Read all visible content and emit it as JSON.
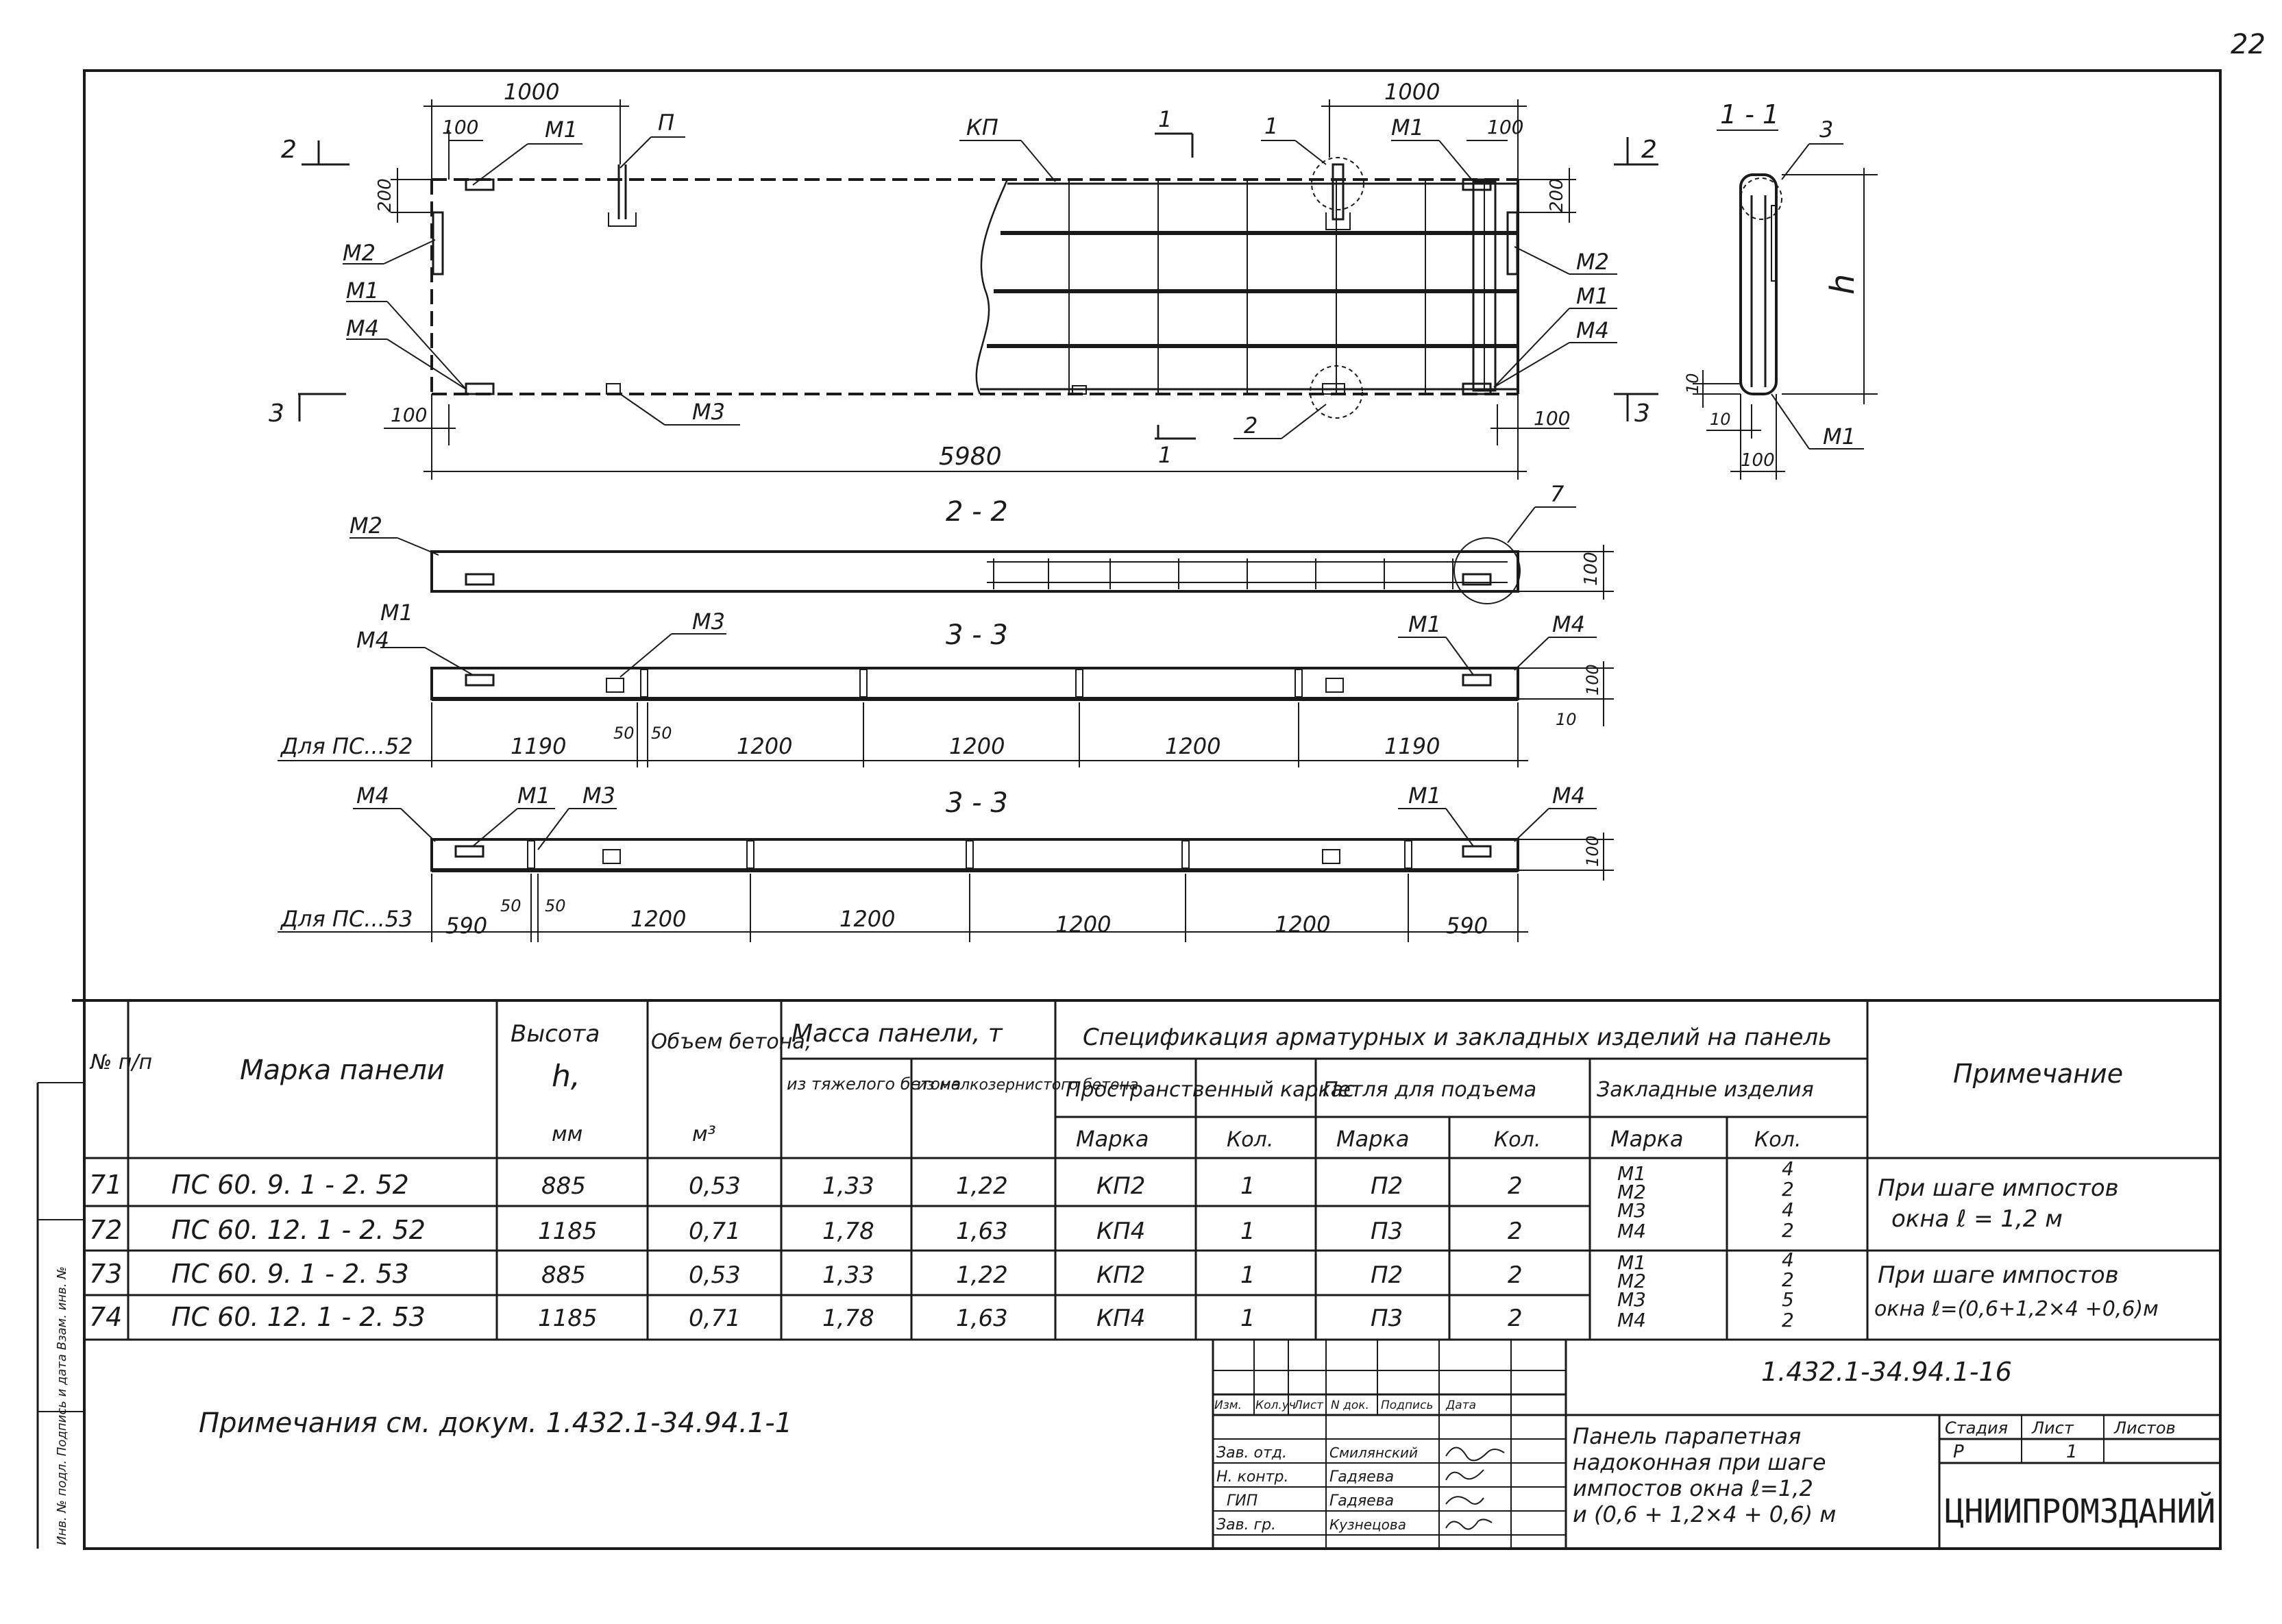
{
  "sheet_number": "22",
  "views": {
    "plan": {
      "dims": {
        "left_width": "1000",
        "left_inset": "100",
        "right_width": "1000",
        "right_inset": "100",
        "top_200_left": "200",
        "top_200_right": "200",
        "bottom_100_left": "100",
        "bottom_100_right": "100",
        "overall_length": "5980"
      },
      "labels": {
        "m1_tl": "М1",
        "p": "П",
        "kp": "КП",
        "m2_l": "М2",
        "m1_l": "М1",
        "m4_l": "М4",
        "m3": "М3",
        "m1_tr": "М1",
        "m2_r": "М2",
        "m1_r": "М1",
        "m4_r": "М4",
        "sec2_l": "2",
        "sec2_r": "2",
        "sec3_l": "3",
        "sec3_r": "3",
        "sec1_t": "1",
        "sec1_b": "1",
        "callout1": "1",
        "callout2": "2"
      }
    },
    "section_1_1": {
      "title": "1 - 1",
      "callout": "3",
      "height_label": "h",
      "dim_10a": "10",
      "dim_10b": "10",
      "dim_100": "100",
      "m1": "М1"
    },
    "section_2_2": {
      "title": "2 - 2",
      "m2": "М2",
      "callout": "7",
      "dim_100": "100"
    },
    "section_3_3_ps52": {
      "title": "3 - 3",
      "m1_l": "М1",
      "m4_l": "М4",
      "m3": "М3",
      "m1_r": "М1",
      "m4_r": "М4",
      "for_label": "Для ПС...52",
      "spans": [
        "1190",
        "50",
        "50",
        "1200",
        "1200",
        "1200",
        "1190"
      ],
      "dim_100": "100",
      "dim_10": "10"
    },
    "section_3_3_ps53": {
      "title": "3 - 3",
      "m4_l": "М4",
      "m1_l": "М1",
      "m3": "М3",
      "m1_r": "М1",
      "m4_r": "М4",
      "for_label": "Для ПС...53",
      "spans": [
        "590",
        "50",
        "50",
        "1200",
        "1200",
        "1200",
        "1200",
        "590"
      ],
      "dim_100": "100"
    }
  },
  "table": {
    "headers": {
      "num": "№ п/п",
      "mark": "Марка панели",
      "height": "Высота",
      "height_sym": "h,",
      "height_unit": "мм",
      "volume": "Объем бетона,",
      "volume_unit": "м³",
      "mass": "Масса панели, т",
      "mass_heavy": "из тяжелого бетона",
      "mass_fine": "из мелкозернистого бетона",
      "spec": "Спецификация арматурных и закладных изделий на панель",
      "frame": "Пространственный каркас",
      "loop": "Петля для подъема",
      "embed": "Закладные изделия",
      "sub_mark": "Марка",
      "sub_qty": "Кол.",
      "note": "Примечание"
    },
    "rows": [
      {
        "n": "71",
        "mark": "ПС 60. 9. 1 - 2. 52",
        "h": "885",
        "vol": "0,53",
        "m_heavy": "1,33",
        "m_fine": "1,22",
        "frame": "КП2",
        "frame_qty": "1",
        "loop": "П2",
        "loop_qty": "2"
      },
      {
        "n": "72",
        "mark": "ПС 60. 12. 1 - 2. 52",
        "h": "1185",
        "vol": "0,71",
        "m_heavy": "1,78",
        "m_fine": "1,63",
        "frame": "КП4",
        "frame_qty": "1",
        "loop": "П3",
        "loop_qty": "2"
      },
      {
        "n": "73",
        "mark": "ПС 60. 9. 1 - 2. 53",
        "h": "885",
        "vol": "0,53",
        "m_heavy": "1,33",
        "m_fine": "1,22",
        "frame": "КП2",
        "frame_qty": "1",
        "loop": "П2",
        "loop_qty": "2"
      },
      {
        "n": "74",
        "mark": "ПС 60. 12. 1 - 2. 53",
        "h": "1185",
        "vol": "0,71",
        "m_heavy": "1,78",
        "m_fine": "1,63",
        "frame": "КП4",
        "frame_qty": "1",
        "loop": "П3",
        "loop_qty": "2"
      }
    ],
    "embed_groups": [
      {
        "marks": [
          "М1",
          "М2",
          "М3",
          "М4"
        ],
        "qty": [
          "4",
          "2",
          "4",
          "2"
        ],
        "note1": "При шаге импостов",
        "note2": "окна ℓ = 1,2 м"
      },
      {
        "marks": [
          "М1",
          "М2",
          "М3",
          "М4"
        ],
        "qty": [
          "4",
          "2",
          "5",
          "2"
        ],
        "note1": "При шаге импостов",
        "note2": "окна ℓ=(0,6+1,2×4 +0,6)м"
      }
    ]
  },
  "notes_line": "Примечания см. докум. 1.432.1-34.94.1-1",
  "title_block": {
    "doc_code": "1.432.1-34.94.1-16",
    "col_headers": [
      "Изм.",
      "Кол.уч",
      "Лист",
      "N док.",
      "Подпись",
      "Дата"
    ],
    "staff": [
      {
        "role": "Зав. отд.",
        "name": "Смилянский"
      },
      {
        "role": "Н. контр.",
        "name": "Гадяева"
      },
      {
        "role": "ГИП",
        "name": "Гадяева"
      },
      {
        "role": "Зав. гр.",
        "name": "Кузнецова"
      }
    ],
    "title_lines": [
      "Панель парапетная",
      "надоконная при шаге",
      "импостов окна ℓ=1,2",
      "и (0,6 + 1,2×4 + 0,6) м"
    ],
    "stage_label": "Стадия",
    "sheet_label": "Лист",
    "sheets_label": "Листов",
    "stage": "Р",
    "sheet": "1",
    "org": "ЦНИИПРОМЗДАНИЙ"
  },
  "side_stamp": "Инв. № подл.   Подпись и дата   Взам. инв. №"
}
